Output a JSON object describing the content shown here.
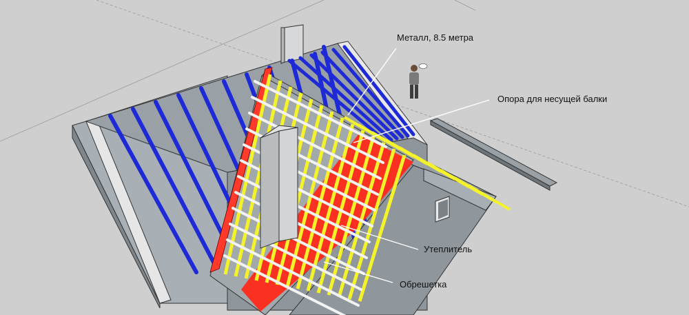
{
  "labels": {
    "metal": "Металл, 8.5 метра",
    "support": "Опора для несущей балки",
    "insulation": "Утеплитель",
    "battens": "Обрешетка"
  },
  "colors": {
    "background": "#ffffff",
    "ground": "#c8c8c8",
    "wall": "#8f969c",
    "roof_plane": "#a4aaae",
    "rafter_blue": "#1d2ad6",
    "insulation_red": "#ff2a1a",
    "batten_yellow": "#f4f22a",
    "batten_white": "#f2f2f2",
    "chimney": "#c8cacc"
  },
  "icons": {
    "person": "person-figure-icon"
  }
}
